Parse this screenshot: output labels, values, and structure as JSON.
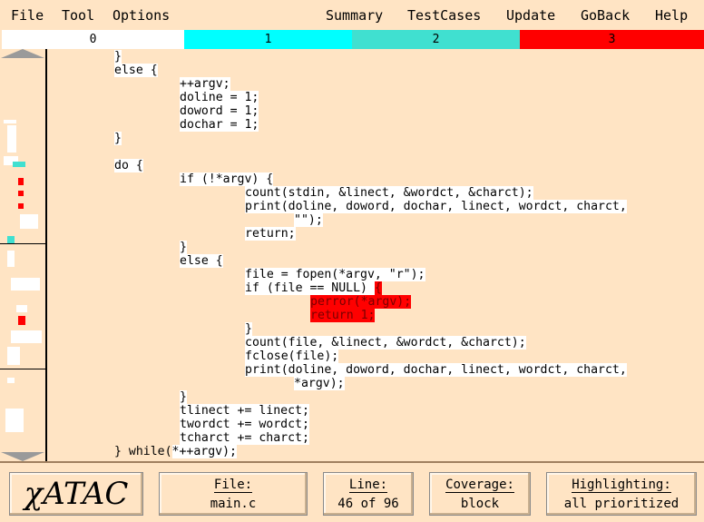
{
  "menu": {
    "file": "File",
    "tool": "Tool",
    "options": "Options",
    "summary": "Summary",
    "testcases": "TestCases",
    "update": "Update",
    "goback": "GoBack",
    "help": "Help"
  },
  "priority_bar": [
    {
      "label": "0",
      "color": "#ffffff"
    },
    {
      "label": "1",
      "color": "#00ffff"
    },
    {
      "label": "2",
      "color": "#40e0d0"
    },
    {
      "label": "3",
      "color": "#ff0000"
    }
  ],
  "code_lines": [
    "}",
    "else {",
    "++argv;",
    "doline = 1;",
    "doword = 1;",
    "dochar = 1;",
    "}",
    "",
    "do {",
    "if (!*argv) {",
    "count(stdin, &linect, &wordct, &charct);",
    "print(doline, doword, dochar, linect, wordct, charct,",
    "\"\");",
    "return;",
    "}",
    "else {",
    "file = fopen(*argv, \"r\");",
    "if (file == NULL) ",
    "{",
    "perror(*argv);",
    "return 1;",
    "}",
    "count(file, &linect, &wordct, &charct);",
    "fclose(file);",
    "print(doline, doword, dochar, linect, wordct, charct,",
    "*argv);",
    "}",
    "tlinect += linect;",
    "twordct += wordct;",
    "tcharct += charct;",
    "} while(",
    "*++argv);"
  ],
  "status": {
    "logo": "χATAC",
    "file_title": "File:",
    "file_value": "main.c",
    "line_title": "Line:",
    "line_value": "46 of 96",
    "coverage_title": "Coverage:",
    "coverage_value": "block",
    "highlight_title": "Highlighting:",
    "highlight_value": "all prioritized"
  },
  "colors": {
    "background": "#ffe4c4",
    "uncovered": "#ff0000"
  }
}
